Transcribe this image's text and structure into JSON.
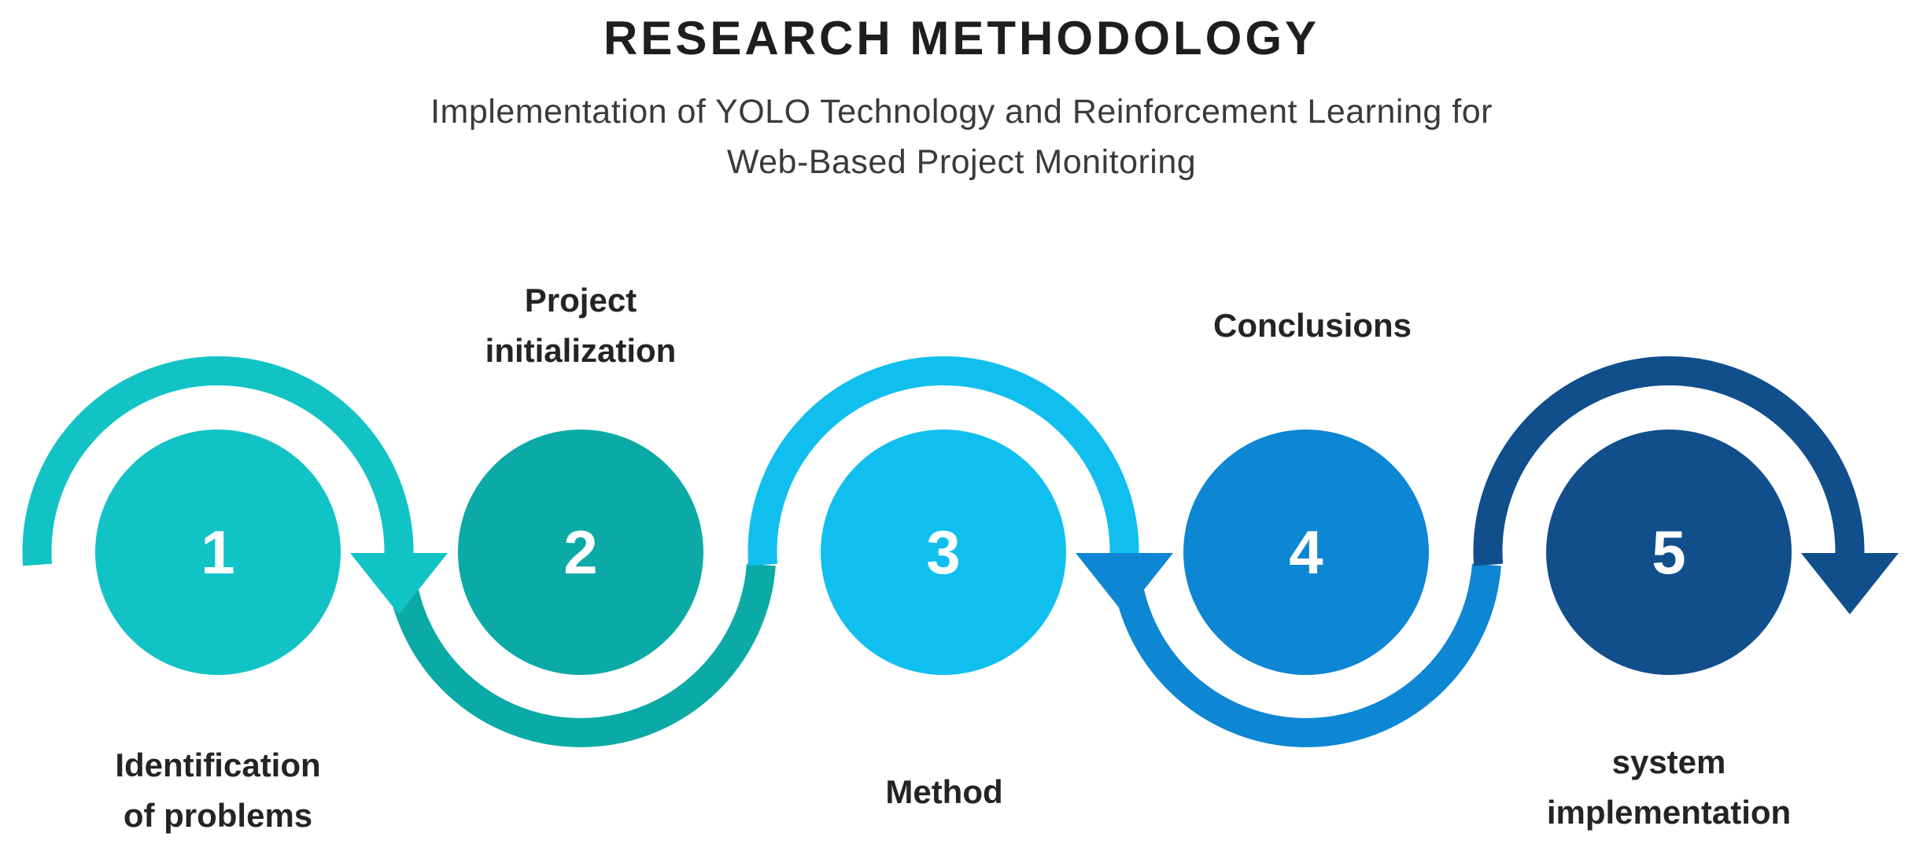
{
  "header": {
    "title": "RESEARCH METHODOLOGY",
    "subtitle_line1": "Implementation of YOLO Technology and Reinforcement Learning for",
    "subtitle_line2": "Web-Based Project Monitoring"
  },
  "steps": [
    {
      "number": "1",
      "color": "#12c3c5",
      "label_position": "below",
      "label_lines": [
        "Identification",
        "of problems"
      ]
    },
    {
      "number": "2",
      "color": "#0caaa6",
      "label_position": "above",
      "label_lines": [
        "Project",
        "initialization"
      ]
    },
    {
      "number": "3",
      "color": "#10bfee",
      "label_position": "below",
      "label_lines": [
        "Method"
      ]
    },
    {
      "number": "4",
      "color": "#0d86d4",
      "label_position": "above",
      "label_lines": [
        "Conclusions"
      ]
    },
    {
      "number": "5",
      "color": "#114e8c",
      "label_position": "below",
      "label_lines": [
        "system",
        "implementation"
      ]
    }
  ],
  "style": {
    "number_text_color": "#ffffff",
    "label_text_color": "#242424",
    "background_color": "#ffffff"
  }
}
